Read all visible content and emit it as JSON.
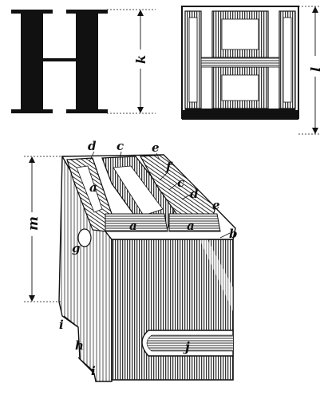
{
  "figure": {
    "background": "#ffffff",
    "ink": "#111111",
    "glyph_letter": "H",
    "labels": {
      "k": "k",
      "l": "l",
      "m": "m",
      "a": "a",
      "b": "b",
      "c": "c",
      "d": "d",
      "e": "e",
      "f": "f",
      "g": "g",
      "h": "h",
      "i": "i",
      "j": "j"
    }
  }
}
